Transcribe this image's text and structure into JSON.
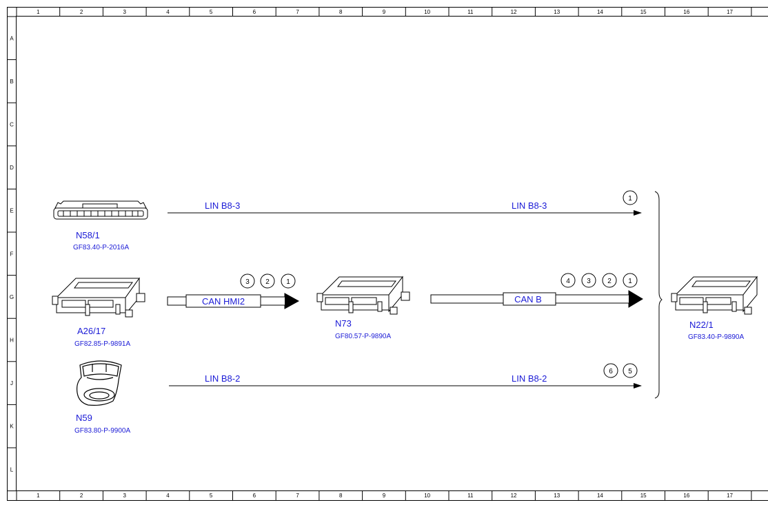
{
  "grid": {
    "columns": [
      "1",
      "2",
      "3",
      "4",
      "5",
      "6",
      "7",
      "8",
      "9",
      "10",
      "11",
      "12",
      "13",
      "14",
      "15",
      "16",
      "17"
    ],
    "rows": [
      "A",
      "B",
      "C",
      "D",
      "E",
      "F",
      "G",
      "H",
      "J",
      "K",
      "L"
    ]
  },
  "components": [
    {
      "id": "N58/1",
      "ref": "GF83.40-P-2016A"
    },
    {
      "id": "A26/17",
      "ref": "GF82.85-P-9891A"
    },
    {
      "id": "N59",
      "ref": "GF83.80-P-9900A"
    },
    {
      "id": "N73",
      "ref": "GF80.57-P-9890A"
    },
    {
      "id": "N22/1",
      "ref": "GF83.40-P-9890A"
    }
  ],
  "buses": {
    "lin_b8_3": {
      "left_label": "LIN B8-3",
      "right_label": "LIN B8-3",
      "circles": [
        "1"
      ]
    },
    "can_hmi2": {
      "label": "CAN HMI2",
      "circles": [
        "3",
        "2",
        "1"
      ]
    },
    "can_b": {
      "label": "CAN B",
      "circles": [
        "4",
        "3",
        "2",
        "1"
      ]
    },
    "lin_b8_2": {
      "left_label": "LIN B8-2",
      "right_label": "LIN B8-2",
      "circles": [
        "6",
        "5"
      ]
    }
  }
}
